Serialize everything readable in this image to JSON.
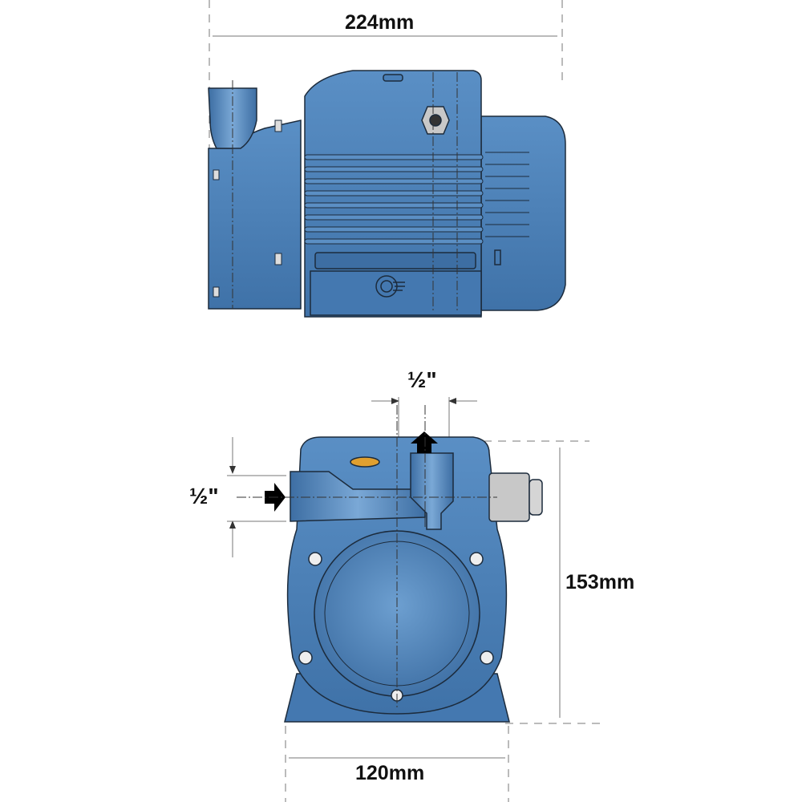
{
  "dimensions": {
    "side_length": "224mm",
    "outlet_size": "½\"",
    "inlet_size": "½\"",
    "height": "153mm",
    "base_width": "120mm"
  },
  "colors": {
    "body": "#4a80b8",
    "body_dark": "#3d6ea3",
    "body_light": "#6b9ccc",
    "outline": "#1c2b3c",
    "dimension_line": "#555555",
    "plug": "#e0a030",
    "gland": "#c8c8c8"
  }
}
